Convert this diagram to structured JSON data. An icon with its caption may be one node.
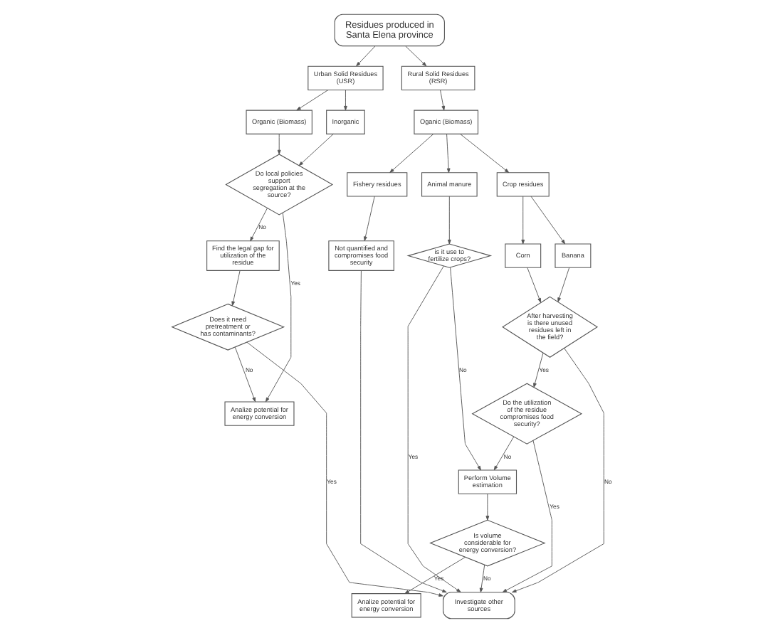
{
  "diagram": {
    "nodes": [
      {
        "text": [
          "Residues produced in Santa Elena province"
        ]
      },
      {
        "text": [
          "Urban Solid Residues (USR)"
        ]
      },
      {
        "text": [
          "Rural Solid Residues (RSR)"
        ]
      },
      {
        "text": [
          "Organic (Biomass)"
        ]
      },
      {
        "text": [
          "Inorganic"
        ]
      },
      {
        "text": [
          "Do local policies support segregation at the source?"
        ]
      },
      {
        "text": [
          "Find the legal gap for utilization of the residue"
        ]
      },
      {
        "text": [
          "Does it need pretreatment or has contaminants?"
        ]
      },
      {
        "text": [
          "Analize potential for energy conversion"
        ]
      },
      {
        "text": [
          "Oganic (Biomass)"
        ]
      },
      {
        "text": [
          "Fishery residues"
        ]
      },
      {
        "text": [
          "Animal manure"
        ]
      },
      {
        "text": [
          "Crop residues"
        ]
      },
      {
        "text": [
          "Not quantified and compromises food security"
        ]
      },
      {
        "text": [
          "is it use to fertilize crops?"
        ]
      },
      {
        "text": [
          "Corn"
        ]
      },
      {
        "text": [
          "Banana"
        ]
      },
      {
        "text": [
          "After harvesting is there unused residues left in the field?"
        ]
      },
      {
        "text": [
          "Do the utilization of the residue compromises food security?"
        ]
      },
      {
        "text": [
          "Perform Volume estimation"
        ]
      },
      {
        "text": [
          "Is volume considerable for energy conversion?"
        ]
      },
      {
        "text": [
          "Analize potential for energy conversion"
        ]
      },
      {
        "text": [
          "Investigate other sources"
        ]
      }
    ],
    "edges": [
      {
        "from": 0,
        "to": 1,
        "arrow": "to"
      },
      {
        "from": 0,
        "to": 2,
        "arrow": "to"
      },
      {
        "from": 1,
        "to": 3,
        "arrow": "to"
      },
      {
        "from": 1,
        "to": 4,
        "arrow": "to"
      },
      {
        "from": 3,
        "to": 5,
        "arrow": "to"
      },
      {
        "from": 4,
        "to": 5,
        "arrow": "to"
      },
      {
        "from": 5,
        "to": 6,
        "arrow": "to",
        "label": "No"
      },
      {
        "from": 5,
        "to": 8,
        "arrow": "to",
        "label": "Yes"
      },
      {
        "from": 6,
        "to": 7,
        "arrow": "to"
      },
      {
        "from": 7,
        "to": 8,
        "arrow": "to",
        "label": "No"
      },
      {
        "from": 7,
        "to": 22,
        "arrow": "to",
        "label": "Yes"
      },
      {
        "from": 2,
        "to": 9,
        "arrow": "to"
      },
      {
        "from": 9,
        "to": 10,
        "arrow": "to"
      },
      {
        "from": 9,
        "to": 11,
        "arrow": "to"
      },
      {
        "from": 9,
        "to": 12,
        "arrow": "to"
      },
      {
        "from": 10,
        "to": 13,
        "arrow": "to"
      },
      {
        "from": 13,
        "to": 22,
        "arrow": "to"
      },
      {
        "from": 11,
        "to": 14,
        "arrow": "to"
      },
      {
        "from": 14,
        "to": 22,
        "arrow": "to",
        "label": "Yes"
      },
      {
        "from": 14,
        "to": 19,
        "arrow": "to",
        "label": "No"
      },
      {
        "from": 12,
        "to": 15,
        "arrow": "to"
      },
      {
        "from": 12,
        "to": 16,
        "arrow": "to"
      },
      {
        "from": 15,
        "to": 17,
        "arrow": "to"
      },
      {
        "from": 16,
        "to": 17,
        "arrow": "to"
      },
      {
        "from": 17,
        "to": 18,
        "arrow": "to",
        "label": "Yes"
      },
      {
        "from": 17,
        "to": 22,
        "arrow": "to",
        "label": "No"
      },
      {
        "from": 18,
        "to": 19,
        "arrow": "to",
        "label": "No"
      },
      {
        "from": 18,
        "to": 22,
        "arrow": "to",
        "label": "Yes"
      },
      {
        "from": 19,
        "to": 20,
        "arrow": "to"
      },
      {
        "from": 20,
        "to": 21,
        "arrow": "to",
        "label": "Yes"
      },
      {
        "from": 20,
        "to": 22,
        "arrow": "to",
        "label": "No"
      }
    ]
  }
}
